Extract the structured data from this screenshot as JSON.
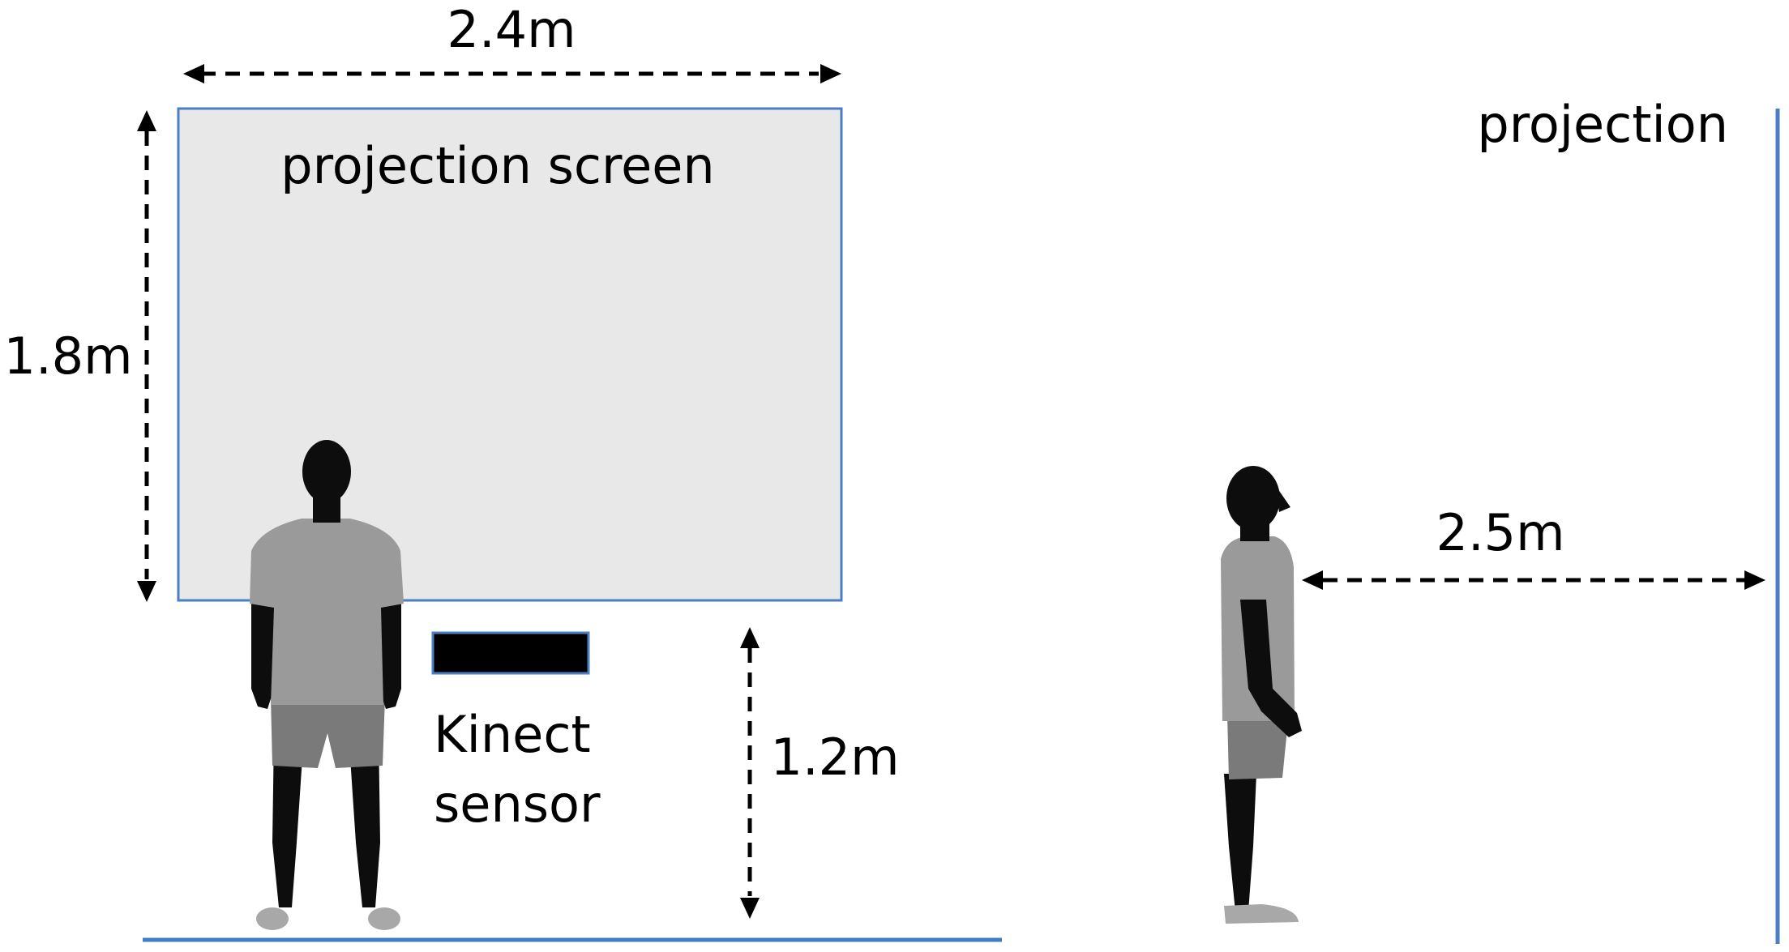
{
  "labels": {
    "screen_width": "2.4m",
    "screen_height": "1.8m",
    "screen_name": "projection screen",
    "sensor_name_line1": "Kinect",
    "sensor_name_line2": "sensor",
    "sensor_height": "1.2m",
    "wall_name": "projection",
    "viewing_distance": "2.5m"
  },
  "colors": {
    "screen_fill": "#e8e8e8",
    "outline_blue": "#4a7fc1",
    "floor_blue": "#3d7cc9",
    "sensor_black": "#000000",
    "silhouette_dark": "#0d0d0d",
    "shirt_gray": "#9a9a9a",
    "shorts_gray": "#7a7a7a",
    "shoe_gray": "#a8a8a8"
  }
}
